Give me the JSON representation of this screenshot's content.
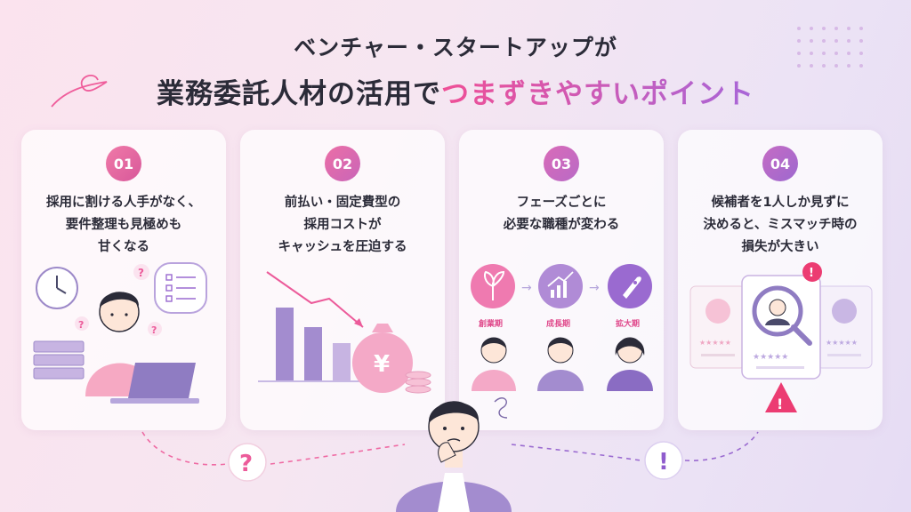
{
  "title": {
    "line1": "ベンチャー・スタートアップが",
    "line2_main": "業務委託人材の活用で",
    "line2_highlight": "つまずきやすいポイント"
  },
  "cards": [
    {
      "number": "01",
      "lines": [
        "採用に割ける人手がなく、",
        "要件整理も見極めも",
        "甘くなる"
      ],
      "color_from": "#f07aa8",
      "color_to": "#d8589a"
    },
    {
      "number": "02",
      "lines": [
        "前払い・固定費型の",
        "採用コストが",
        "キャッシュを圧迫する"
      ],
      "color_from": "#ec6fa6",
      "color_to": "#c965b8"
    },
    {
      "number": "03",
      "lines": [
        "フェーズごとに",
        "必要な職種が変わる"
      ],
      "color_from": "#d96bb8",
      "color_to": "#b96ac6"
    },
    {
      "number": "04",
      "lines": [
        "候補者を1人しか見ずに",
        "決めると、ミスマッチ時の",
        "損失が大きい"
      ],
      "color_from": "#c56cc4",
      "color_to": "#9d68cf"
    }
  ],
  "stages": [
    "創業期",
    "成長期",
    "拡大期"
  ],
  "currency_symbol": "¥",
  "question_mark": "?",
  "exclamation_mark": "!",
  "colors": {
    "pink": "#ec5b9a",
    "purple": "#9a6ad0",
    "lavender": "#b9a3dd"
  }
}
